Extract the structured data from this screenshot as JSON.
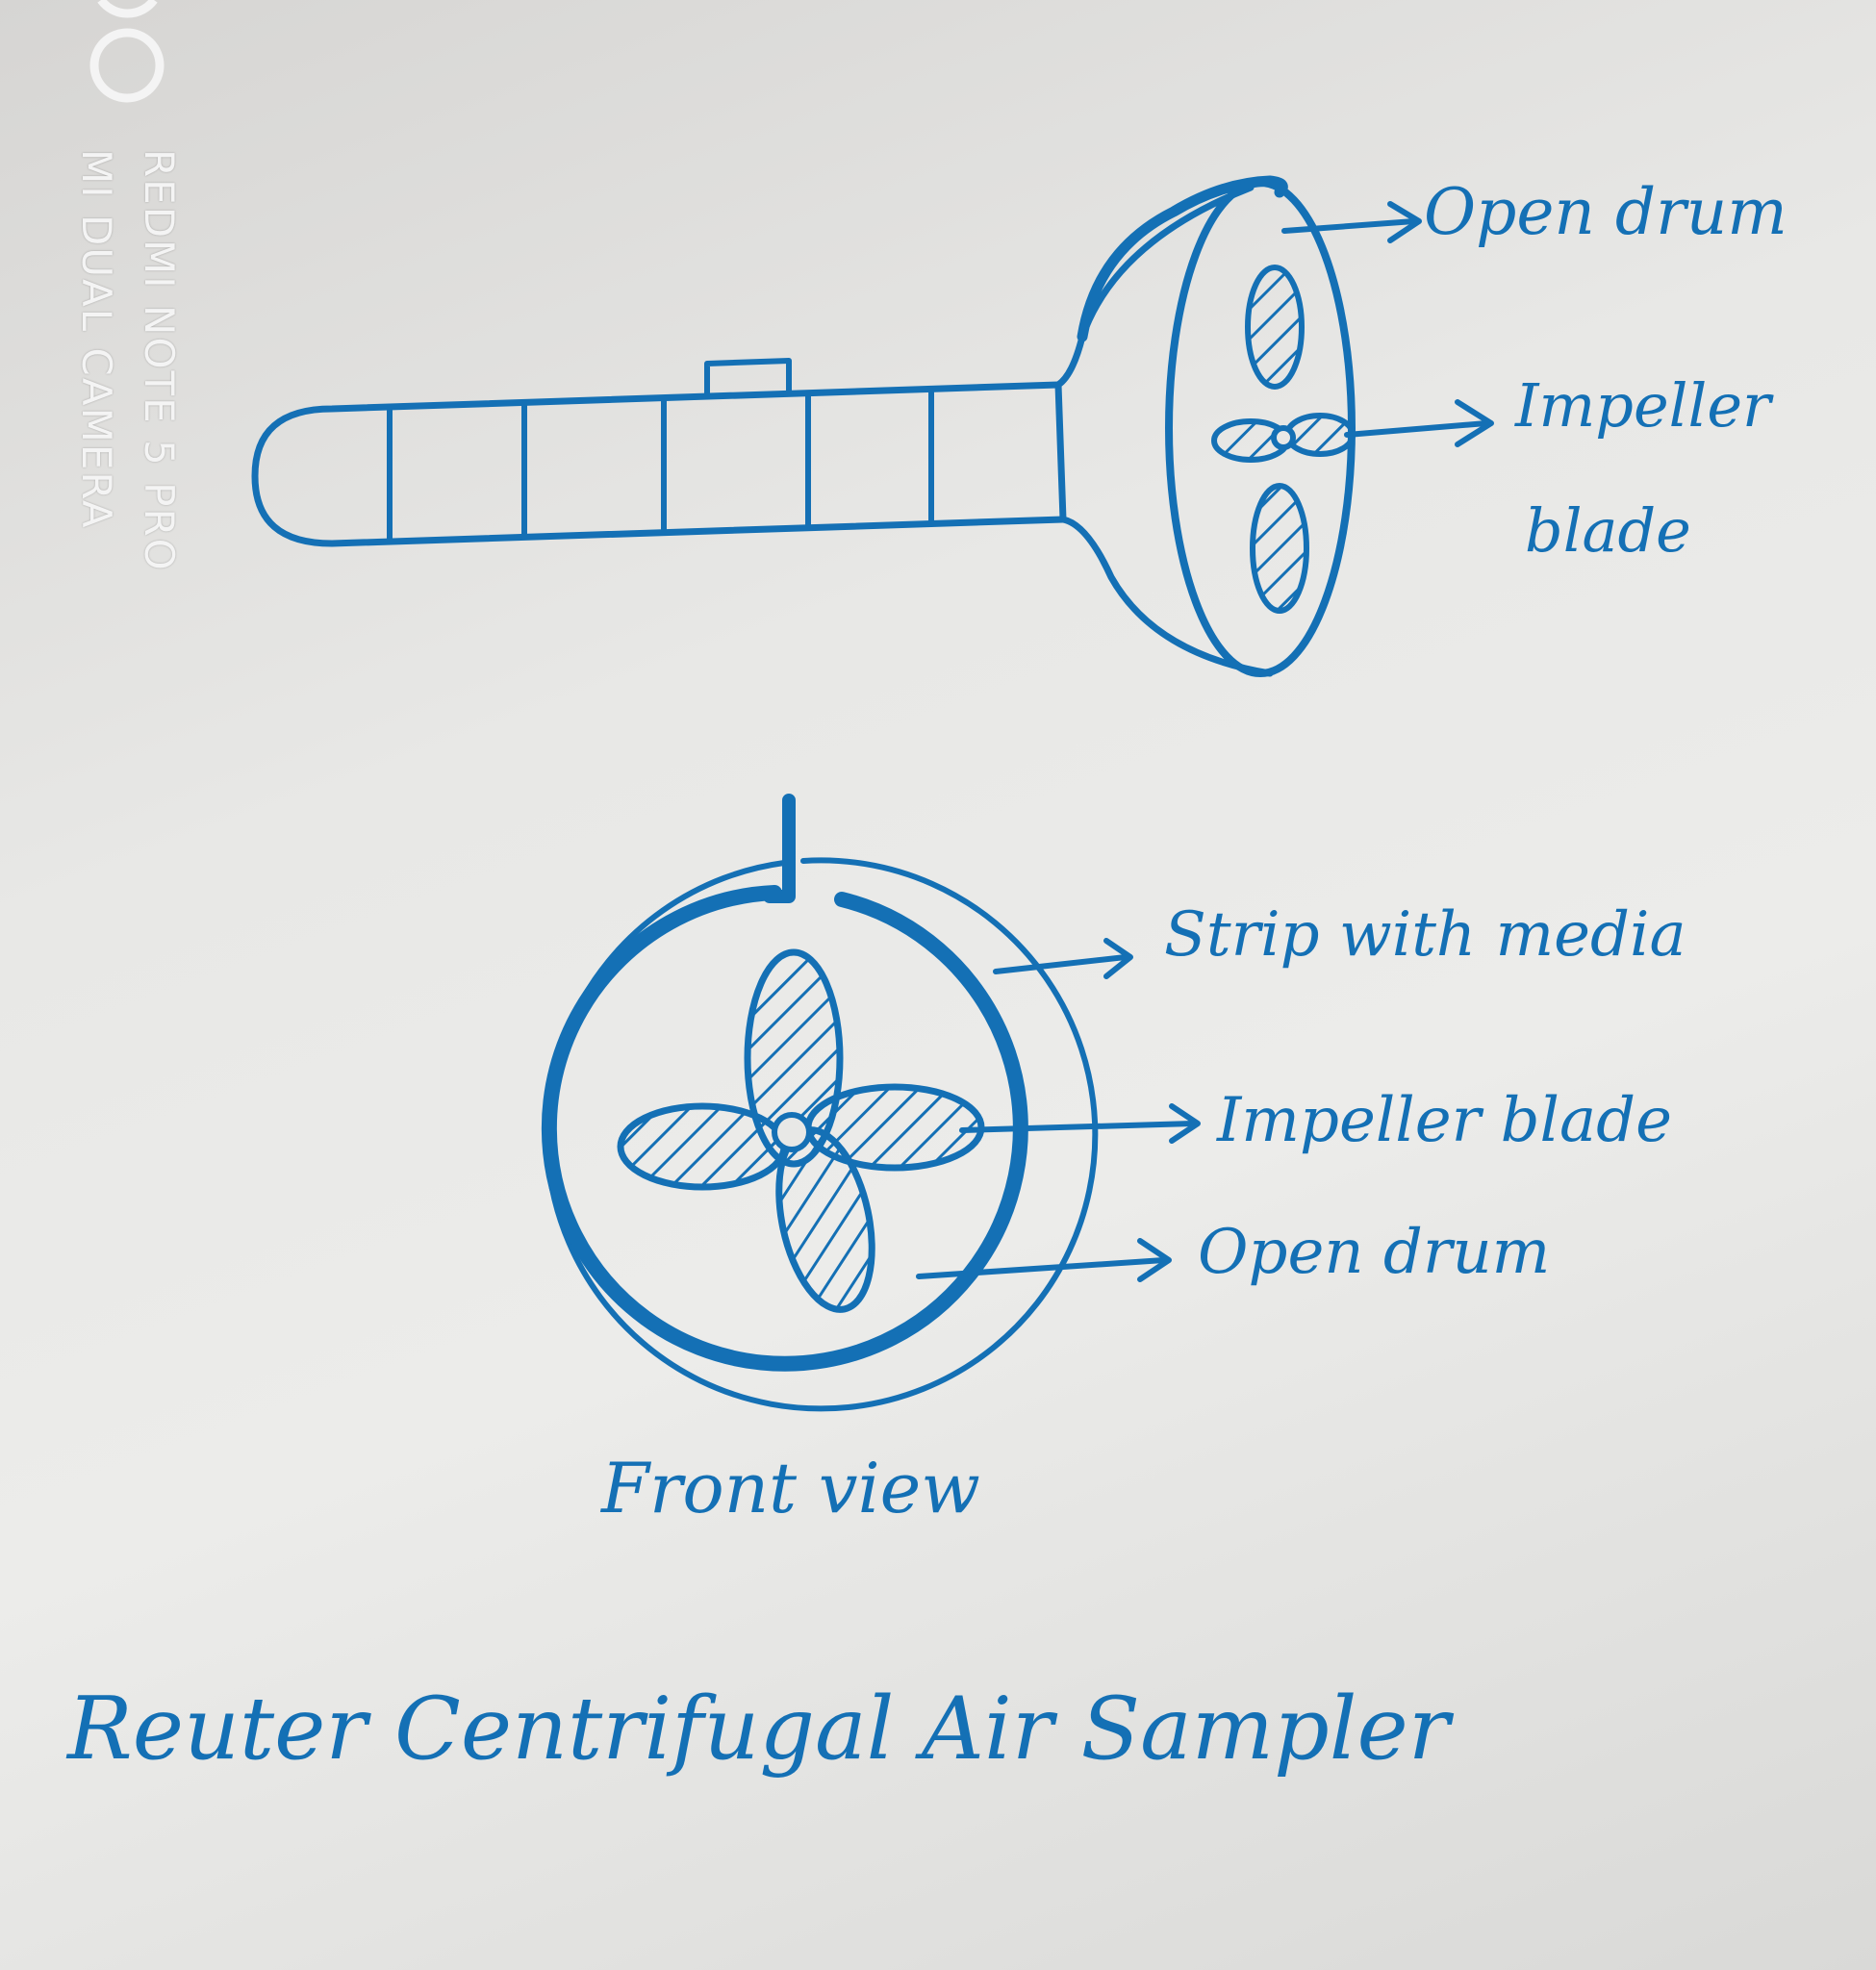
{
  "watermark": {
    "line1": "REDMI NOTE 5 PRO",
    "line2": "MI DUAL CAMERA"
  },
  "side_view": {
    "label_open_drum": "Open drum",
    "label_impeller_line1": "Impeller",
    "label_impeller_line2": "blade"
  },
  "front_view": {
    "label_strip": "Strip with media",
    "label_impeller": "Impeller blade",
    "label_open_drum": "Open drum",
    "caption": "Front view"
  },
  "title": "Reuter Centrifugal Air Sampler",
  "colors": {
    "ink": "#1470b5",
    "paper": "#e8e8e6"
  }
}
